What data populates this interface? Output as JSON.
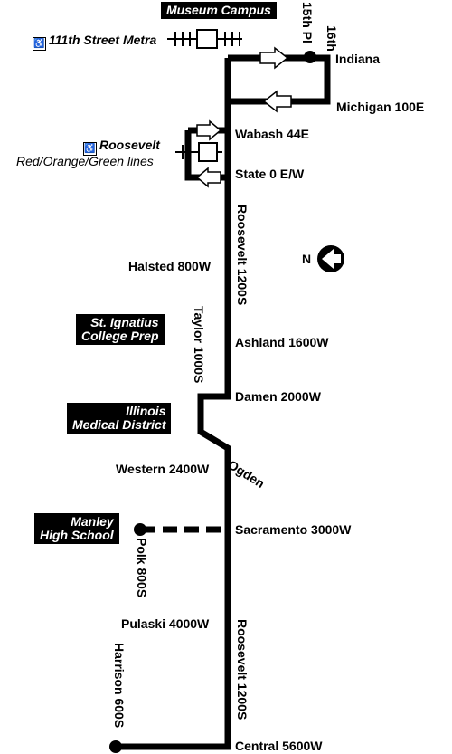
{
  "landmarks": {
    "museum_campus": "Museum Campus",
    "metra_111th": "111th Street Metra",
    "roosevelt_station": "Roosevelt",
    "roosevelt_lines": "Red/Orange/Green lines",
    "st_ignatius": [
      "St. Ignatius",
      "College Prep"
    ],
    "illinois_medical": [
      "Illinois",
      "Medical District"
    ],
    "manley_hs": [
      "Manley",
      "High School"
    ]
  },
  "streets": {
    "st_15th": "15th Pl",
    "st_16th": "16th",
    "indiana": "Indiana",
    "michigan": "Michigan 100E",
    "wabash": "Wabash 44E",
    "state": "State 0 E/W",
    "roosevelt_1": "Roosevelt 1200S",
    "halsted": "Halsted 800W",
    "taylor": "Taylor 1000S",
    "ashland": "Ashland 1600W",
    "damen": "Damen 2000W",
    "ogden": "Ogden",
    "western": "Western 2400W",
    "sacramento": "Sacramento 3000W",
    "polk": "Polk 800S",
    "pulaski": "Pulaski 4000W",
    "roosevelt_2": "Roosevelt 1200S",
    "harrison": "Harrison 600S",
    "central": "Central 5600W"
  },
  "compass": {
    "label": "N",
    "icon": "north-arrow-icon"
  },
  "icons": {
    "accessible": "wheelchair-icon"
  },
  "colors": {
    "route": "#000000",
    "background": "#ffffff",
    "badge_bg": "#000000",
    "badge_text": "#ffffff"
  }
}
